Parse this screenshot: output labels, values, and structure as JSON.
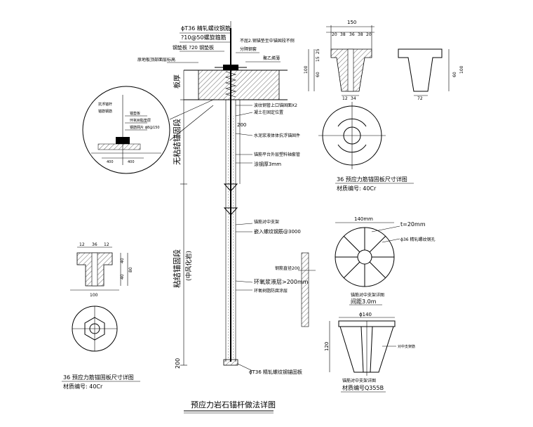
{
  "title": "预应力岩石锚杆做法详图",
  "main_detail": {
    "top_callouts": [
      "ϕT36 精轧螺纹钢筋",
      "?10@50螺旋箍筋",
      "钢垫板 ?20 钢垫板"
    ],
    "top_label_left": "原地板顶部面层标高",
    "sheath_label": "分隔钢套",
    "tie_label": "不屈2.钢锚垫至中锚固段不侧",
    "wrap_label": "聚乙烯薄",
    "left_vertical": [
      "板厚",
      "无粘结锚固段",
      "粘结锚固段"
    ],
    "left_vertical_sub": "(中风化岩)",
    "dim_200": "200",
    "notes": [
      "波纹钢管上口锚固面X2",
      "凝土在固定位置",
      "水泥浆液体体抗浮锚固件",
      "锚筋平台外层塑料轴套管",
      "涂钢厚3mm",
      "锚筋对中支架",
      "嵌入螺纹钢筋@3000",
      "环氧浆液层>200mm",
      "环氧树脂防腐涂层",
      "ϕT36 精轧螺纹钢锚固板"
    ],
    "side_label": "钢筋直径200"
  },
  "top_right": {
    "dims_top": [
      "150",
      "20",
      "38",
      "36",
      "38",
      "20"
    ],
    "dims_side": [
      "25",
      "15",
      "60",
      "100"
    ],
    "dims_bottom": [
      "12",
      "34",
      "72"
    ],
    "caption": "36 预应力筋锚固板尺寸详图",
    "material": "材质编号: 40Cr"
  },
  "mid_right": {
    "dim_width": "140mm",
    "dim_t": "t=20mm",
    "callout": "ϕ36 精轧螺纹钢孔",
    "caption": "锚筋对中支架详图",
    "spacing": "间距3.0m"
  },
  "bottom_right": {
    "dim_width": "ϕ140",
    "dim_height": "120",
    "callout": "对中支架筋",
    "caption": "锚筋对中支架详图",
    "material": "材质编号Q355B"
  },
  "left_detail": {
    "dims_top": [
      "12",
      "36",
      "12"
    ],
    "dims_side": [
      "40",
      "40",
      "80"
    ],
    "dim_bottom": "100",
    "caption": "36 预应力筋锚固板尺寸详图",
    "material": "材质编号: 40Cr"
  },
  "circle_detail": {
    "labels": [
      "锚筋钢筋",
      "锚垫板",
      "环氧树脂垫层",
      "钢筋网片 ϕ8@150",
      "抗浮锚杆",
      "400",
      "400"
    ]
  }
}
